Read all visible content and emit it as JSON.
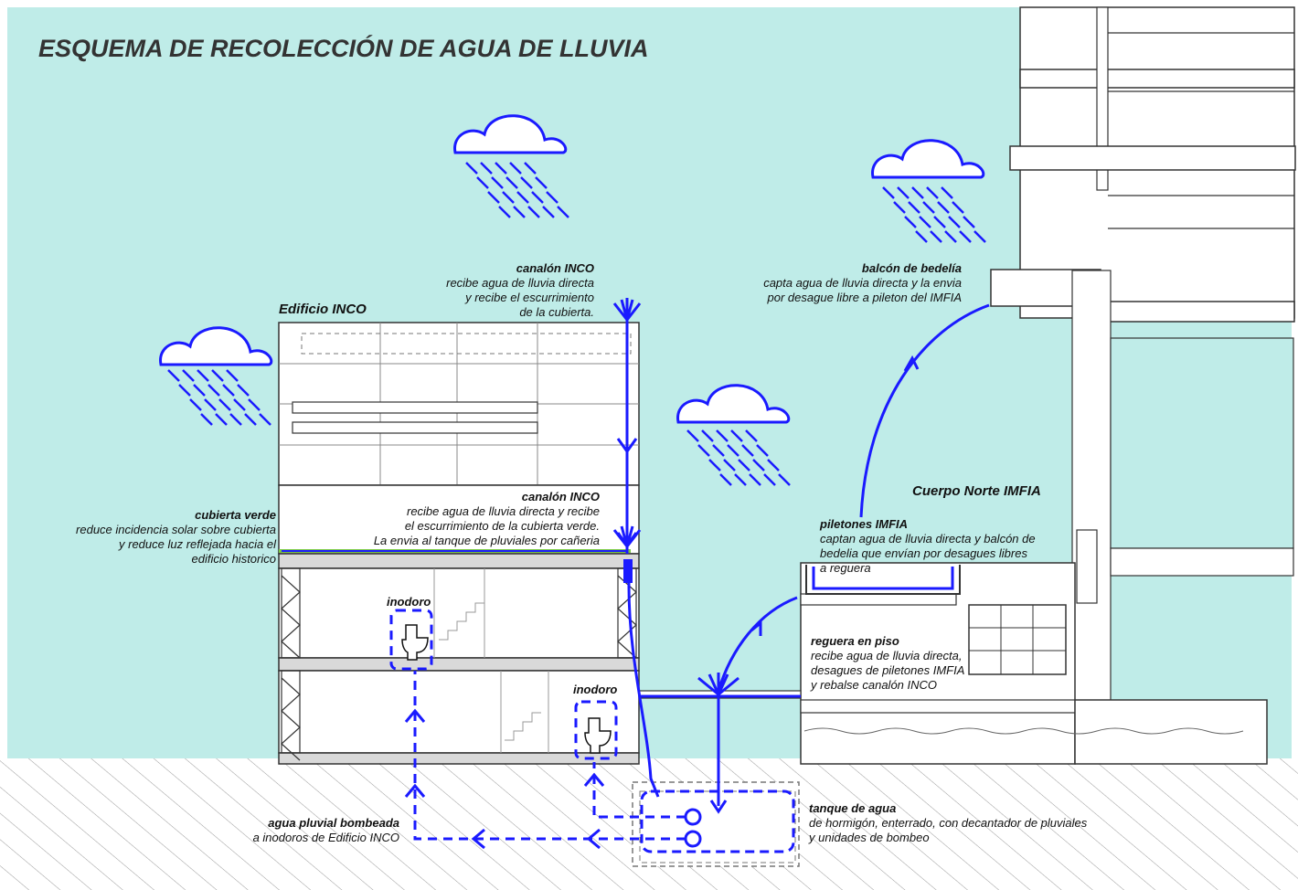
{
  "title": "ESQUEMA DE RECOLECCIÓN DE AGUA DE LLUVIA",
  "colors": {
    "sky": "#bfece8",
    "water": "#1a1aff",
    "ground_hatch": "#9a9a9a",
    "green_roof": "#7ac943"
  },
  "headings": {
    "edificio_inco": "Edificio INCO",
    "cuerpo_norte": "Cuerpo Norte IMFIA"
  },
  "labels": {
    "canalon_top": {
      "title": "canalón INCO",
      "lines": [
        "recibe agua de lluvia directa",
        "y recibe el escurrimiento",
        "de la cubierta."
      ]
    },
    "balcon": {
      "title": "balcón de bedelía",
      "lines": [
        "capta agua de lluvia directa y la envia",
        "por desague libre a pileton del IMFIA"
      ]
    },
    "cubierta_verde": {
      "title": "cubierta verde",
      "lines": [
        "reduce incidencia solar sobre cubierta",
        "y reduce luz reflejada hacia el",
        "edificio historico"
      ]
    },
    "canalon_mid": {
      "title": "canalón INCO",
      "lines": [
        "recibe agua de lluvia directa y recibe",
        "el escurrimiento de la cubierta verde.",
        "La envia al tanque de pluviales por cañeria"
      ]
    },
    "piletones": {
      "title": "piletones IMFIA",
      "lines": [
        "captan agua de lluvia directa y balcón de",
        "bedelia que envían por desagues libres",
        "a reguera"
      ]
    },
    "inodoro_1": {
      "title": "inodoro"
    },
    "inodoro_2": {
      "title": "inodoro"
    },
    "reguera": {
      "title": "reguera en piso",
      "lines": [
        "recibe agua de lluvia directa,",
        "desagues de piletones IMFIA",
        "y rebalse canalón INCO"
      ]
    },
    "pluvial": {
      "title": "agua pluvial bombeada",
      "lines": [
        "a inodoros de Edificio INCO"
      ]
    },
    "tanque": {
      "title": "tanque de agua",
      "lines": [
        "de hormigón, enterrado, con decantador de pluviales",
        "y unidades de bombeo"
      ]
    }
  },
  "icons": [
    "rain-cloud-icon",
    "toilet-icon",
    "arrow-down-icon",
    "arrow-up-icon",
    "arrow-left-icon"
  ]
}
